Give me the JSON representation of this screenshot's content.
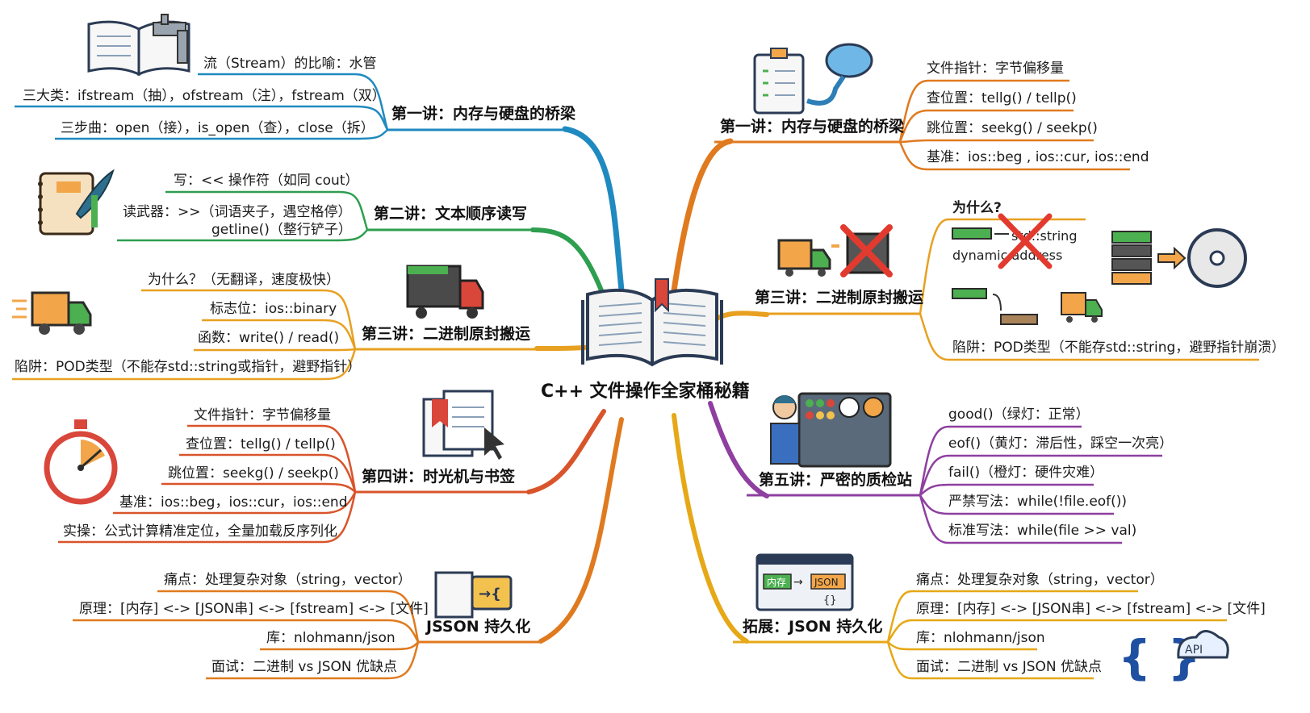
{
  "center": {
    "title": "C++ 文件操作全家桶秘籍"
  },
  "left": {
    "b1": {
      "title": "第一讲：内存与硬盘的桥梁",
      "items": [
        "流（Stream）的比喻：水管",
        "三大类：ifstream（抽），ofstream（注），fstream（双）",
        "三步曲：open（接），is_open（查），close（拆）"
      ]
    },
    "b2": {
      "title": "第二讲：文本顺序读写",
      "items": [
        "写：<< 操作符（如同 cout）",
        "读武器：>>（词语夹子，遇空格停）",
        "getline()（整行铲子）"
      ]
    },
    "b3": {
      "title": "第三讲：二进制原封搬运",
      "items": [
        "为什么？（无翻译，速度极快）",
        "标志位：ios::binary",
        "函数：write() / read()",
        "陷阱：POD类型（不能存std::string或指针，避野指针）"
      ]
    },
    "b4": {
      "title": "第四讲：时光机与书签",
      "items": [
        "文件指针：字节偏移量",
        "查位置：tellg() / tellp()",
        "跳位置：seekg() / seekp()",
        "基准：ios::beg，ios::cur，ios::end",
        "实操：公式计算精准定位，全量加载反序列化"
      ]
    },
    "b5": {
      "title": "JSSON 持久化",
      "items": [
        "痛点：处理复杂对象（string，vector）",
        "原理：[内存] <-> [JSON串] <-> [fstream] <-> [文件]",
        "库：nlohmann/json",
        "面试：二进制 vs JSON 优缺点"
      ]
    }
  },
  "right": {
    "b1": {
      "title": "第一讲：内存与硬盘的桥梁",
      "items": [
        "文件指针：字节偏移量",
        "查位置：tellg() / tellp()",
        "跳位置：seekg() / seekp()",
        "基准：ios::beg , ios::cur, ios::end"
      ]
    },
    "b2": {
      "title": "第三讲：二进制原封搬运",
      "items": [
        "为什么?",
        "陷阱：POD类型（不能存std::string，避野指针崩溃）"
      ],
      "fig_a": "std::string",
      "fig_b": "dynamic address"
    },
    "b3": {
      "title": "第五讲：严密的质检站",
      "items": [
        "good()（绿灯：正常）",
        "eof()（黄灯：滞后性，踩空一次亮）",
        "fail()（橙灯：硬件灾难）",
        "严禁写法：while(!file.eof())",
        "标准写法：while(file >> val)"
      ]
    },
    "b4": {
      "title": "拓展：JSON 持久化",
      "items": [
        "痛点：处理复杂对象（string，vector）",
        "原理：[内存] <-> [JSON串] <-> [fstream] <-> [文件]",
        "库：nlohmann/json",
        "面试：二进制 vs JSON 优缺点"
      ],
      "fig_mem": "内存",
      "fig_json": "JSON",
      "fig_braces": "{}",
      "fig_api": "API",
      "fig_big_braces": "{ }"
    }
  },
  "colors": {
    "blue": "#1f8ac0",
    "green": "#2e9e4f",
    "orange": "#e8a020",
    "red": "#d9542a",
    "darkorange": "#e07a1f",
    "purple": "#8e3fa0",
    "yellow": "#e6a817"
  }
}
